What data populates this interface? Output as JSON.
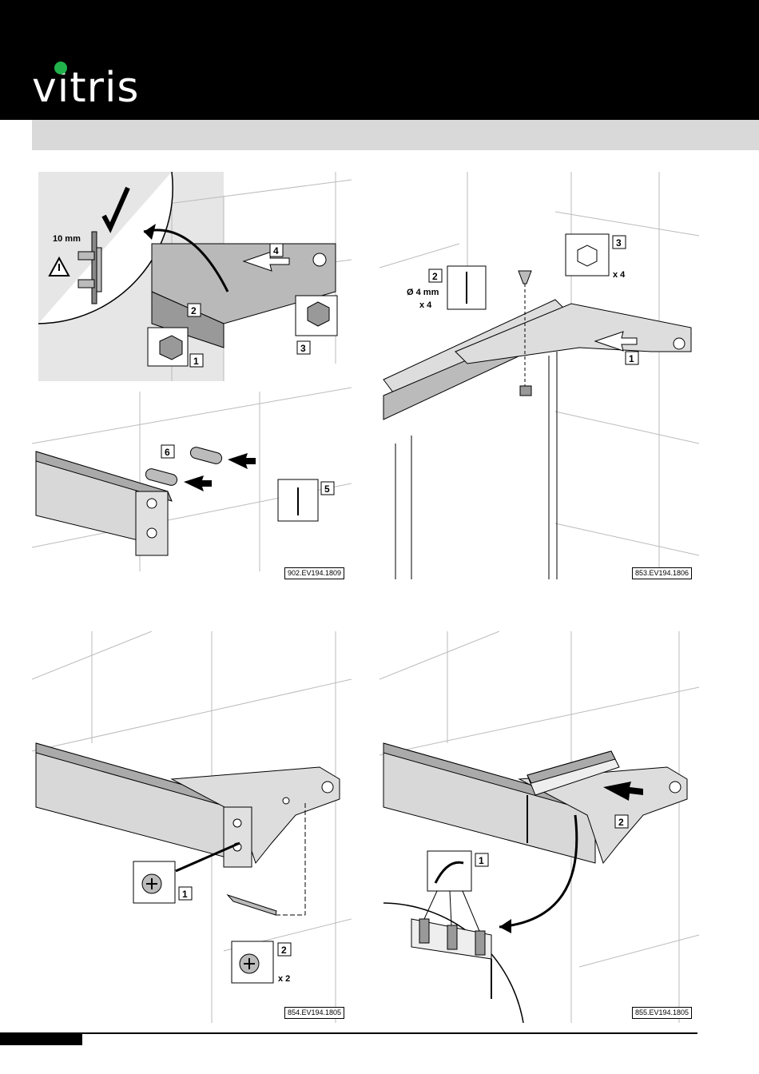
{
  "brand": {
    "name": "vitris",
    "dot_color": "#22b24c"
  },
  "panels": {
    "p1": {
      "ref": "902.EV194.1809",
      "dimension": "10 mm",
      "steps": [
        "1",
        "2",
        "3",
        "4",
        "5",
        "6"
      ]
    },
    "p2": {
      "ref": "853.EV194.1806",
      "drill_label": "Ø 4 mm",
      "drill_count": "x 4",
      "screw_count": "x 4",
      "steps": [
        "1",
        "2",
        "3"
      ]
    },
    "p3": {
      "ref": "854.EV194.1805",
      "screw_count": "x 2",
      "steps": [
        "1",
        "2"
      ]
    },
    "p4": {
      "ref": "855.EV194.1805",
      "steps": [
        "1",
        "2"
      ]
    }
  }
}
